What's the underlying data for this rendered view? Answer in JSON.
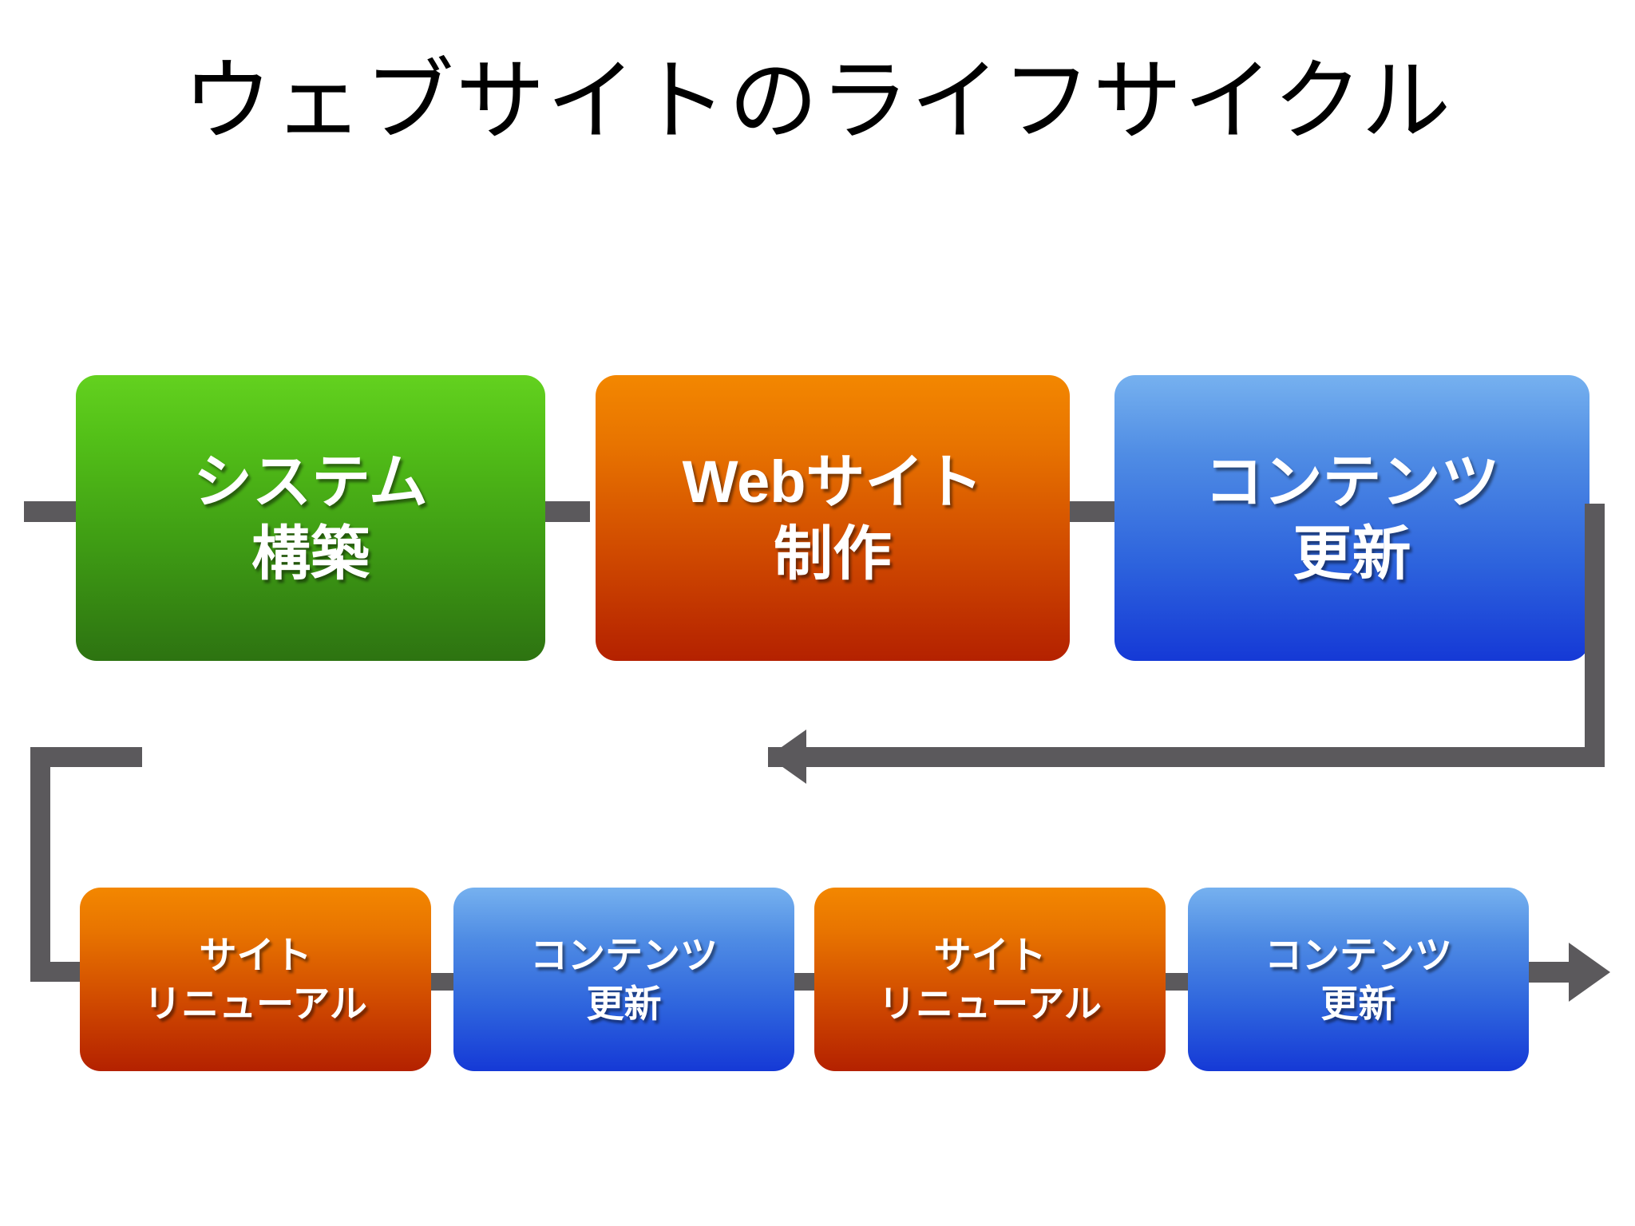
{
  "title": "ウェブサイトのライフサイクル",
  "colors": {
    "connector": "#5b595c",
    "green_top": "#63d11f",
    "green_bottom": "#2d7311",
    "orange_top": "#f38700",
    "orange_bottom": "#b42100",
    "blue_top": "#76b1ef",
    "blue_bottom": "#1539d6",
    "background": "#ffffff",
    "title_text": "#000000",
    "node_text": "#ffffff"
  },
  "top_row": [
    {
      "color": "green",
      "line1": "システム",
      "line2": "構築"
    },
    {
      "color": "orange",
      "line1": "Webサイト",
      "line2": "制作"
    },
    {
      "color": "blue",
      "line1": "コンテンツ",
      "line2": "更新"
    }
  ],
  "bottom_row": [
    {
      "color": "orange",
      "line1": "サイト",
      "line2": "リニューアル"
    },
    {
      "color": "blue",
      "line1": "コンテンツ",
      "line2": "更新"
    },
    {
      "color": "orange",
      "line1": "サイト",
      "line2": "リニューアル"
    },
    {
      "color": "blue",
      "line1": "コンテンツ",
      "line2": "更新"
    }
  ],
  "flow": {
    "entry_stub": "line-segment",
    "return_arrow_direction": "left",
    "exit_arrow_direction": "right"
  }
}
